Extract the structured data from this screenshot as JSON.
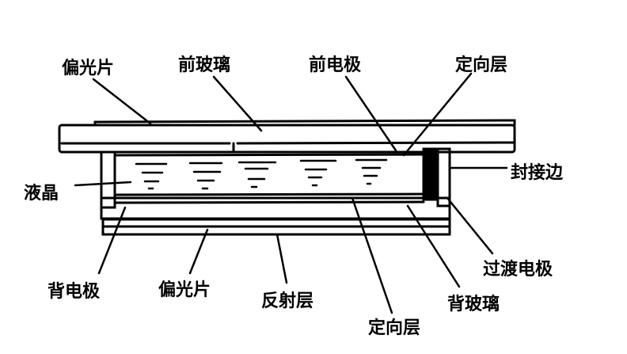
{
  "title": "LCD structure cross-section",
  "labels": {
    "top_polarizer": "偏光片",
    "front_glass": "前玻璃",
    "front_electrode": "前电极",
    "top_alignment_layer": "定向层",
    "liquid_crystal": "液晶",
    "seal_edge": "封接边",
    "back_electrode": "背电极",
    "bottom_polarizer": "偏光片",
    "reflective_layer": "反射层",
    "bottom_alignment_layer": "定向层",
    "back_glass": "背玻璃",
    "transition_electrode": "过渡电极"
  }
}
